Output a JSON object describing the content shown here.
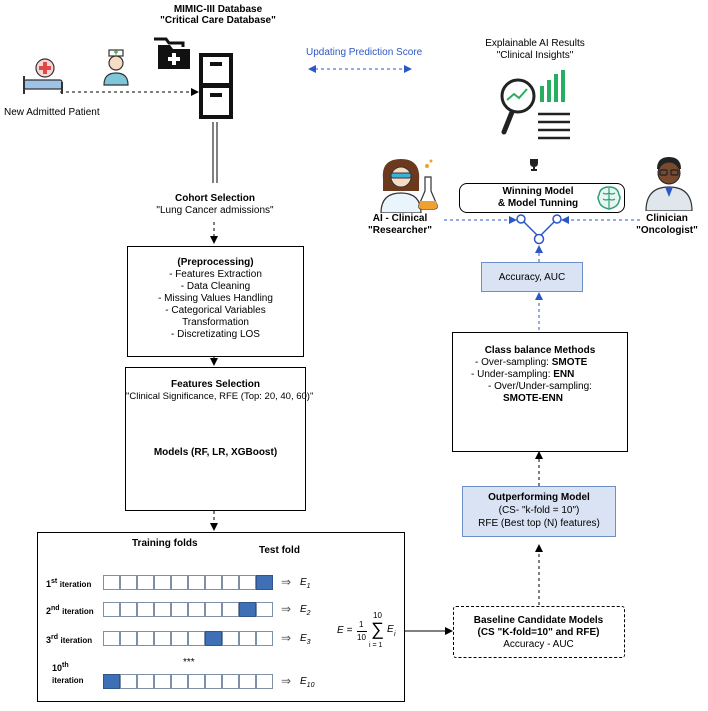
{
  "database": {
    "title": "MIMIC-III Database",
    "subtitle": "\"Critical Care Database\""
  },
  "patient": {
    "label": "New Admitted Patient"
  },
  "update": {
    "label": "Updating Prediction Score"
  },
  "xai": {
    "title": "Explainable AI Results",
    "subtitle": "\"Clinical Insights\""
  },
  "cohort": {
    "title": "Cohort Selection",
    "subtitle": "\"Lung Cancer admissions\""
  },
  "preprocessing": {
    "title": "(Preprocessing)",
    "items": [
      "- Features Extraction",
      "- Data Cleaning",
      "- Missing Values Handling",
      "- Categorical Variables",
      "Transformation",
      "- Discretizating LOS"
    ]
  },
  "features": {
    "title": "Features Selection",
    "subtitle": "\"Clinical Significance, RFE (Top: 20, 40, 60)\"",
    "models": "Models (RF, LR, XGBoost)"
  },
  "cv": {
    "training_label": "Training folds",
    "test_label": "Test fold",
    "iterations": [
      {
        "num": "1",
        "sup": "st",
        "word": "iteration",
        "err": "E",
        "sub": "1"
      },
      {
        "num": "2",
        "sup": "nd",
        "word": "iteration",
        "err": "E",
        "sub": "2"
      },
      {
        "num": "3",
        "sup": "rd",
        "word": "iteration",
        "err": "E",
        "sub": "3"
      },
      {
        "num": "10",
        "sup": "th",
        "word": "iteration",
        "err": "E",
        "sub": "10"
      }
    ],
    "dots": "***",
    "formula": {
      "lhs": "E =",
      "num": "1",
      "den": "10",
      "sigma": "∑",
      "top": "10",
      "bottom": "i = 1",
      "term": "E",
      "term_sub": "i"
    }
  },
  "baseline": {
    "title": "Baseline Candidate Models",
    "subtitle": "(CS \"K-fold=10\" and RFE)",
    "metric": "Accuracy - AUC"
  },
  "outperforming": {
    "title": "Outperforming Model",
    "line1": "(CS- \"k-fold = 10\")",
    "line2": "RFE (Best top (N) features)"
  },
  "class_balance": {
    "title": "Class balance Methods",
    "over": "- Over-sampling: ",
    "over_b": "SMOTE",
    "under": "- Under-sampling: ",
    "under_b": "ENN",
    "overunder": "- Over/Under-sampling:",
    "overunder_b": "SMOTE-ENN"
  },
  "accuracy": {
    "label": "Accuracy, AUC"
  },
  "winning": {
    "line1": "Winning Model",
    "line2": "& Model Tunning"
  },
  "researcher": {
    "line1": "AI - Clinical",
    "line2": "\"Researcher\""
  },
  "clinician": {
    "line1": "Clinician",
    "line2": "\"Oncologist\""
  },
  "icons": [
    "bed-icon",
    "nurse-icon",
    "folder-icon",
    "cabinet-icon",
    "magnifier-chart-icon",
    "researcher-icon",
    "clinician-icon",
    "brain-icon",
    "trophy-icon",
    "network-icon"
  ],
  "colors": {
    "accent_blue": "#2c57c8",
    "box_blue": "#dae3f3",
    "fold_blue": "#3f6fb5"
  }
}
